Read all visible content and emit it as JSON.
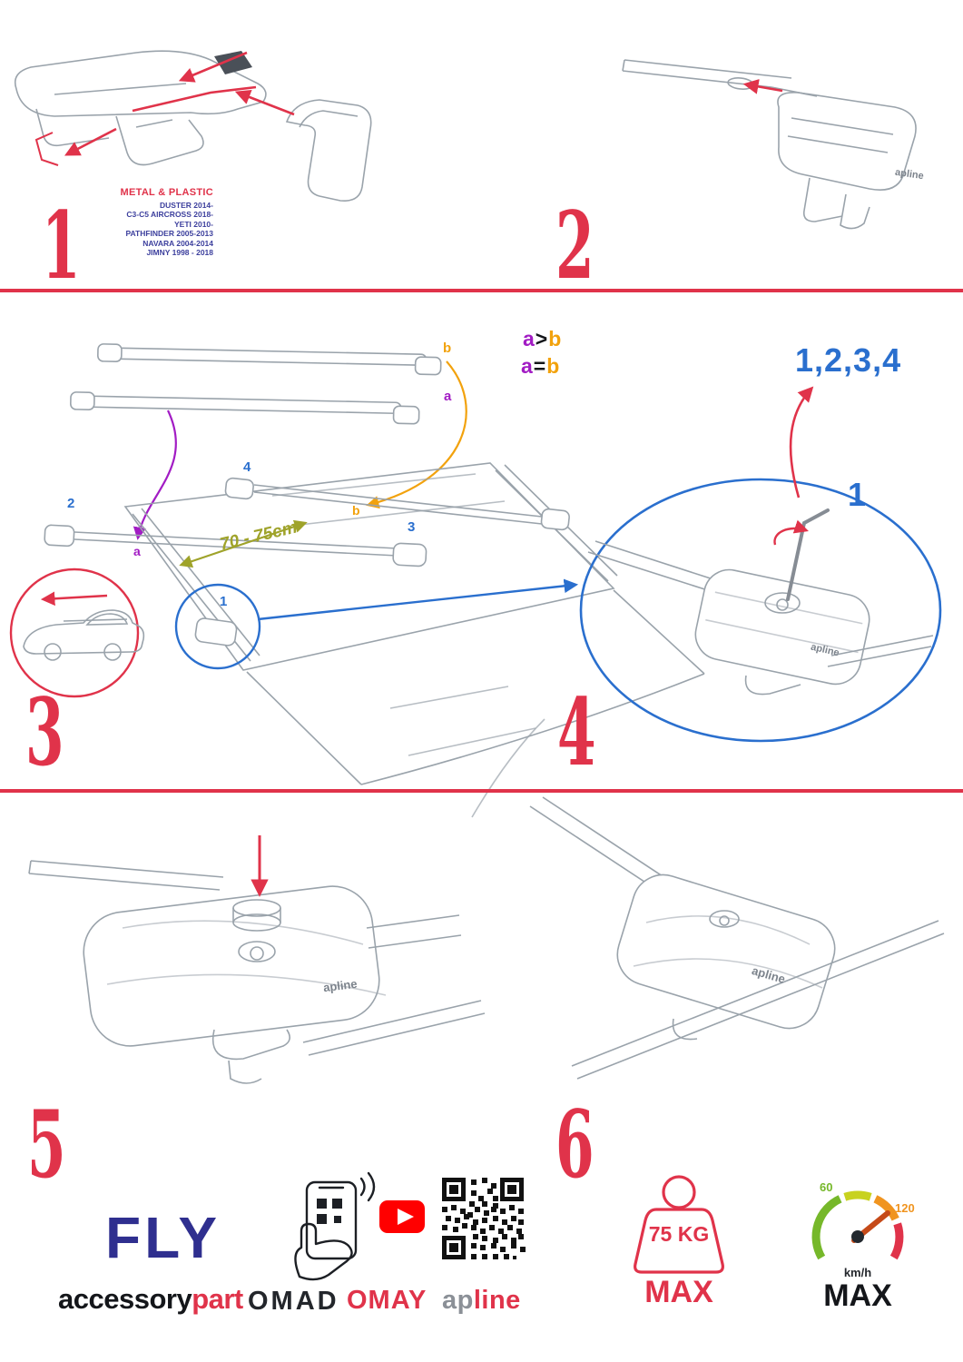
{
  "colors": {
    "red": "#e0334a",
    "blue": "#2a6fce",
    "navy": "#2f2f8f",
    "purple": "#a21cc4",
    "orange": "#f2a20d",
    "olive": "#9fa32a",
    "ink": "#14161a"
  },
  "steps": {
    "one": {
      "num": "1",
      "heading": "METAL & PLASTIC",
      "models": [
        "DUSTER 2014-",
        "C3-C5 AIRCROSS 2018-",
        "YETI 2010-",
        "PATHFINDER 2005-2013",
        "NAVARA 2004-2014",
        "JIMNY 1998 - 2018"
      ]
    },
    "two": {
      "num": "2"
    },
    "three": {
      "num": "3",
      "legend_gt": {
        "a": "a",
        "op": ">",
        "b": "b"
      },
      "legend_eq": {
        "a": "a",
        "op": "=",
        "b": "b"
      },
      "bar_label_b": "b",
      "bar_label_a": "a",
      "foot2": "2",
      "foot3": "3",
      "foot4": "4",
      "foot1": "1",
      "roof_a": "a",
      "roof_b": "b",
      "measure": "70 - 75cm"
    },
    "four": {
      "num": "4",
      "sequence": "1,2,3,4",
      "callout": "1"
    },
    "five": {
      "num": "5"
    },
    "six": {
      "num": "6"
    }
  },
  "brand": {
    "product": "FLY",
    "accessory": "accessory",
    "part": "part",
    "omad": "OMAD",
    "omay": "OMAY",
    "apline_ap": "ap",
    "apline_line": "line",
    "foot_logo": "apline"
  },
  "limits": {
    "weight": "75 KG",
    "weight_max": "MAX",
    "speed_low": "60",
    "speed_high": "120",
    "speed_unit": "km/h",
    "speed_max": "MAX"
  }
}
